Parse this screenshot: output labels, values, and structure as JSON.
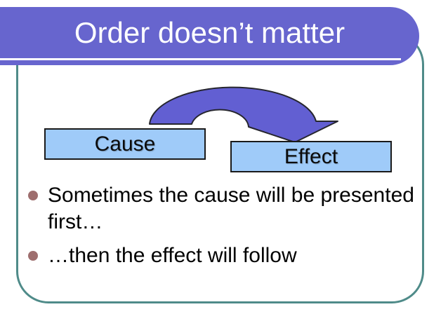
{
  "slide": {
    "title": "Order doesn’t matter",
    "diagram": {
      "cause_label": "Cause",
      "effect_label": "Effect",
      "arrow_icon": "curved-arrow-icon"
    },
    "bullets": [
      "Sometimes the cause will be presented first…",
      "…then the effect will follow"
    ],
    "colors": {
      "banner_purple": "#6765CE",
      "arrow_purple": "#625FD2",
      "arrow_outline": "#26262E",
      "box_fill": "#9FCBF9",
      "box_border": "#1A1A1A",
      "frame_teal": "#4F8B89",
      "bullet_marker": "#9E6E6E",
      "title_text": "#FFFFFF",
      "body_text": "#000000"
    }
  }
}
